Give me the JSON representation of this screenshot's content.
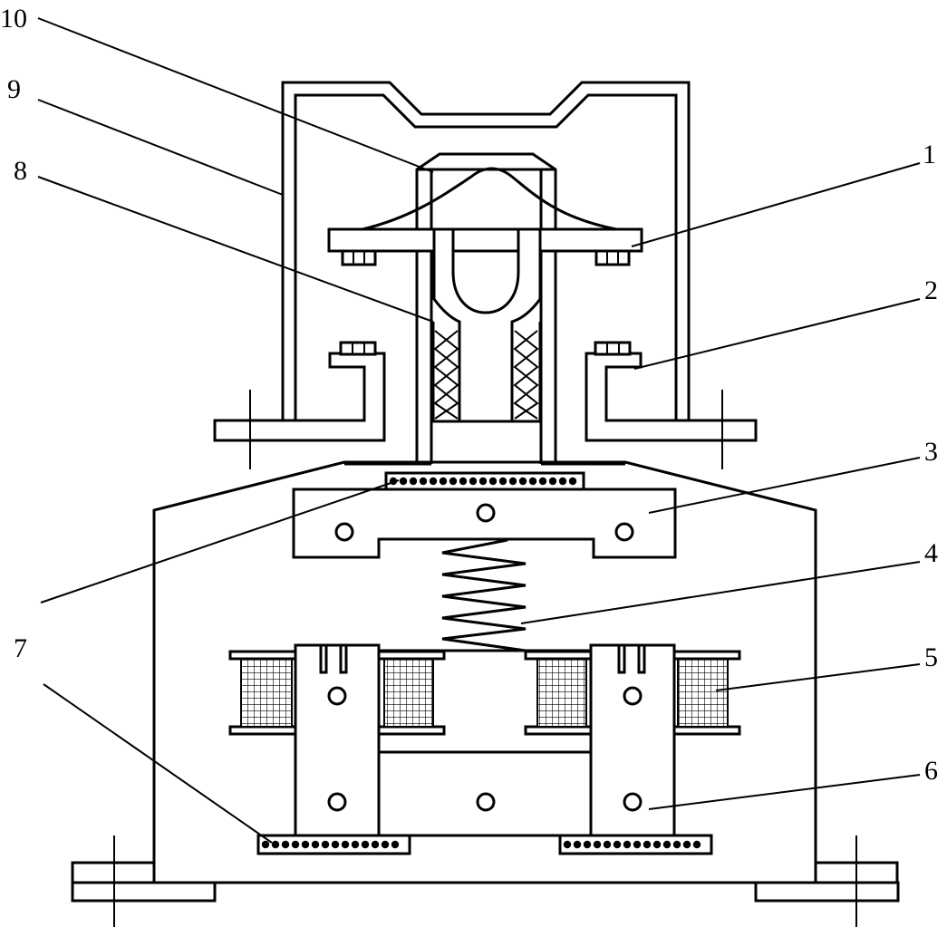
{
  "callouts": [
    {
      "id": "c10",
      "text": "10"
    },
    {
      "id": "c9",
      "text": "9"
    },
    {
      "id": "c8",
      "text": "8"
    },
    {
      "id": "c1",
      "text": "1"
    },
    {
      "id": "c2",
      "text": "2"
    },
    {
      "id": "c3",
      "text": "3"
    },
    {
      "id": "c4",
      "text": "4"
    },
    {
      "id": "c5",
      "text": "5"
    },
    {
      "id": "c6",
      "text": "6"
    },
    {
      "id": "c7a",
      "text": "7"
    }
  ]
}
